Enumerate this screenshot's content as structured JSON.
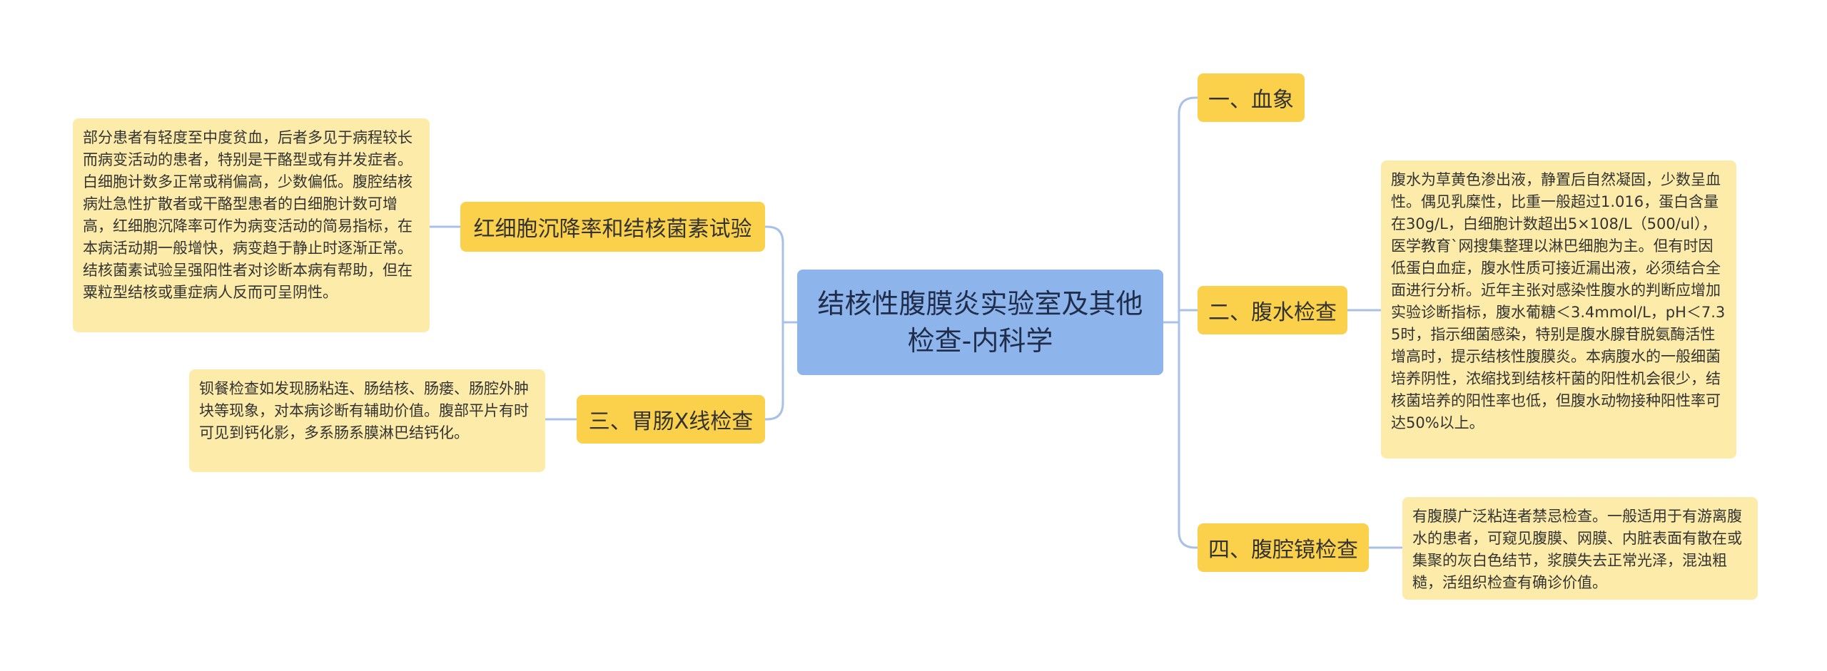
{
  "root": {
    "title": "结核性腹膜炎实验室及其他检查-内科学"
  },
  "branches": {
    "blood": {
      "label": "一、血象"
    },
    "ascites": {
      "label": "二、腹水检查",
      "detail": "腹水为草黄色渗出液，静置后自然凝固，少数呈血性。偶见乳糜性，比重一般超过1.016，蛋白含量在30g/L，白细胞计数超出5×108/L（500/ul），医学教育`网搜集整理以淋巴细胞为主。但有时因低蛋白血症，腹水性质可接近漏出液，必须结合全面进行分析。近年主张对感染性腹水的判断应增加实验诊断指标，腹水葡糖＜3.4mmol/L，pH＜7.35时，指示细菌感染，特别是腹水腺苷脱氨酶活性增高时，提示结核性腹膜炎。本病腹水的一般细菌培养阴性，浓缩找到结核杆菌的阳性机会很少，结核菌培养的阳性率也低，但腹水动物接种阳性率可达50%以上。"
    },
    "laparoscopy": {
      "label": "四、腹腔镜检查",
      "detail": "有腹膜广泛粘连者禁忌检查。一般适用于有游离腹水的患者，可窥见腹膜、网膜、内脏表面有散在或集聚的灰白色结节，浆膜失去正常光泽，混浊粗糙，活组织检查有确诊价值。"
    },
    "esr": {
      "label": "红细胞沉降率和结核菌素试验",
      "detail": "部分患者有轻度至中度贫血，后者多见于病程较长而病变活动的患者，特别是干酪型或有并发症者。白细胞计数多正常或稍偏高，少数偏低。腹腔结核病灶急性扩散者或干酪型患者的白细胞计数可增高，红细胞沉降率可作为病变活动的简易指标，在本病活动期一般增快，病变趋于静止时逐渐正常。结核菌素试验呈强阳性者对诊断本病有帮助，但在粟粒型结核或重症病人反而可呈阴性。"
    },
    "xray": {
      "label": "三、胃肠X线检查",
      "detail": "钡餐检查如发现肠粘连、肠结核、肠瘘、肠腔外肿块等现象，对本病诊断有辅助价值。腹部平片有时可见到钙化影，多系肠系膜淋巴结钙化。"
    }
  },
  "colors": {
    "root": "#8eb4ec",
    "branch": "#fbd14b",
    "leaf": "#fdeca9",
    "connector": "#a9c1e8"
  }
}
